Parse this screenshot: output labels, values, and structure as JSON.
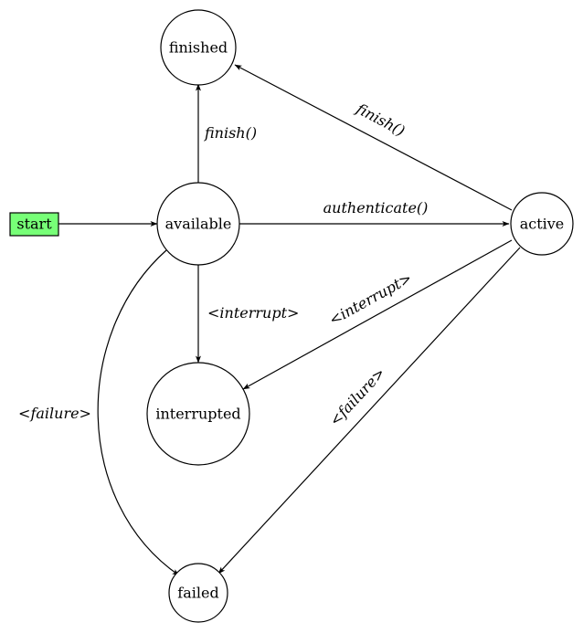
{
  "diagram": {
    "nodes": {
      "start": {
        "label": "start",
        "fill": "#77ff77"
      },
      "available": {
        "label": "available"
      },
      "finished": {
        "label": "finished"
      },
      "active": {
        "label": "active"
      },
      "interrupted": {
        "label": "interrupted"
      },
      "failed": {
        "label": "failed"
      }
    },
    "edges": {
      "start_to_available": {
        "label": ""
      },
      "available_to_finished": {
        "label": "finish()"
      },
      "active_to_finished": {
        "label": "finish()"
      },
      "available_to_active": {
        "label": "authenticate()"
      },
      "available_to_interrupted": {
        "label": "<interrupt>"
      },
      "active_to_interrupted": {
        "label": "<interrupt>"
      },
      "available_to_failed": {
        "label": "<failure>"
      },
      "active_to_failed": {
        "label": "<failure>"
      }
    }
  }
}
